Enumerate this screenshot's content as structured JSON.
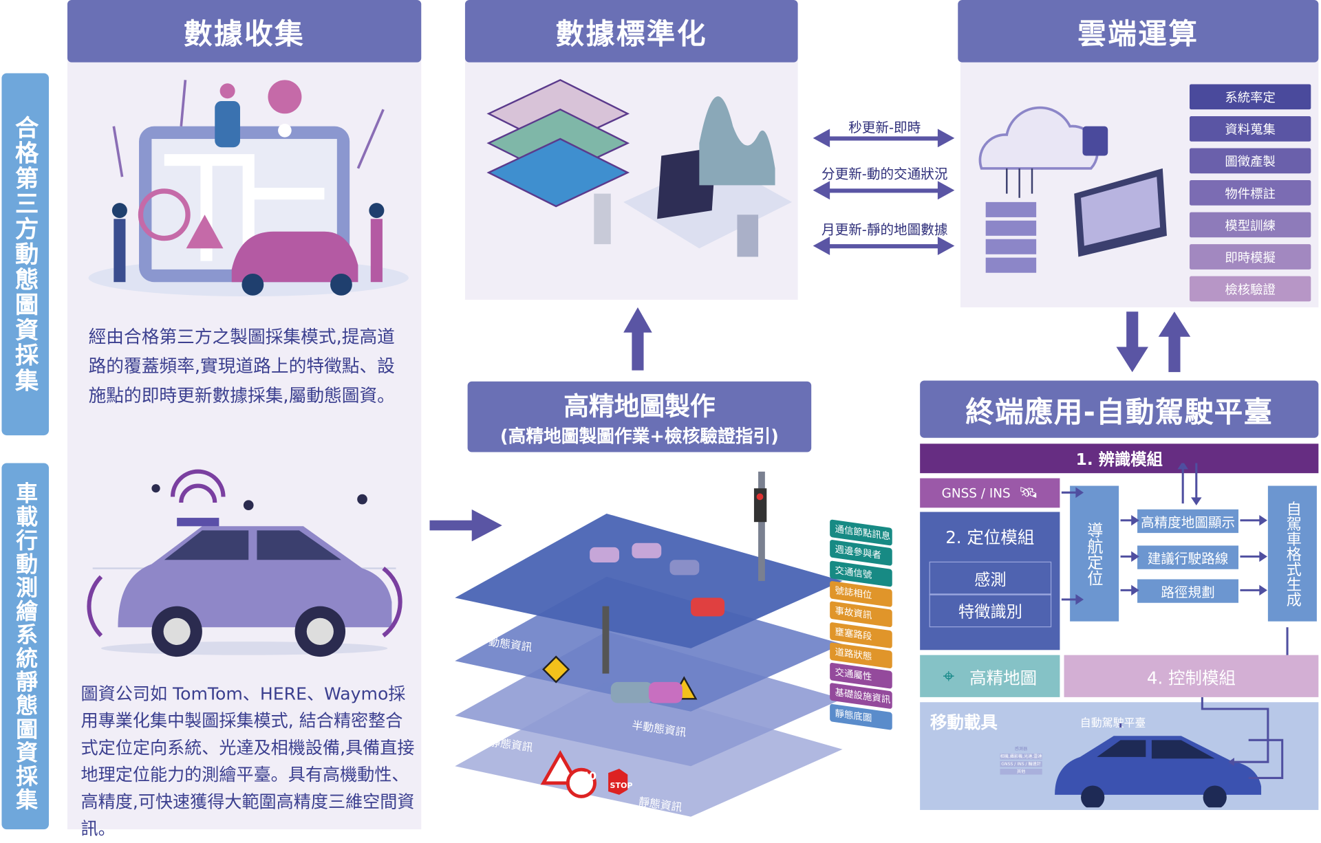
{
  "side_labels": {
    "dynamic": "合格第三方動態圖資採集",
    "static": "車載行動測繪系統靜態圖資採集"
  },
  "headers": {
    "collect": "數據收集",
    "standardize": "數據標準化",
    "cloud": "雲端運算",
    "terminal": "終端應用-自動駕駛平臺"
  },
  "collect": {
    "dynamic_text": "經由合格第三方之製圖採集模式,提高道路的覆蓋頻率,實現道路上的特徵點、設施點的即時更新數據採集,屬動態圖資。",
    "static_text": "圖資公司如 TomTom、HERE、Waymo採用專業化集中製圖採集模式, 結合精密整合式定位定向系統、光達及相機設備,具備直接地理定位能力的測繪平臺。具有高機動性、高精度,可快速獲得大範圍高精度三維空間資訊。"
  },
  "sync": [
    "秒更新-即時",
    "分更新-動的交通狀況",
    "月更新-靜的地圖數據"
  ],
  "cloud_steps": [
    "系統率定",
    "資料蒐集",
    "圖徵產製",
    "物件標註",
    "模型訓練",
    "即時模擬",
    "檢核驗證"
  ],
  "cloud_colors": [
    "#4a4a9c",
    "#5a55a4",
    "#6a60ab",
    "#7b6cb3",
    "#8e7bba",
    "#a288c0",
    "#b796c6"
  ],
  "hdmap": {
    "title": "高精地圖製作",
    "subtitle": "(高精地圖製圖作業+檢核驗證指引)"
  },
  "layers": {
    "labels": [
      "動態資訊",
      "半動態資訊",
      "半靜態資訊",
      "靜態資訊"
    ],
    "tags": [
      {
        "text": "通信節點訊息",
        "color": "#178a84"
      },
      {
        "text": "週邊參與者",
        "color": "#178a84"
      },
      {
        "text": "交通信號",
        "color": "#178a84"
      },
      {
        "text": "號誌相位",
        "color": "#e0952a"
      },
      {
        "text": "事故資訊",
        "color": "#e0952a"
      },
      {
        "text": "壅塞路段",
        "color": "#e0952a"
      },
      {
        "text": "道路狀態",
        "color": "#e0952a"
      },
      {
        "text": "交通屬性",
        "color": "#944a9c"
      },
      {
        "text": "基礎設施資訊",
        "color": "#944a9c"
      },
      {
        "text": "靜態底圖",
        "color": "#5a8ccb"
      }
    ],
    "signs": {
      "speed": "50",
      "stop": "STOP"
    }
  },
  "terminal": {
    "recognition": "1. 辨識模組",
    "gnss": "GNSS / INS",
    "positioning": "2. 定位模組",
    "sensing": "感測",
    "feature": "特徵識別",
    "navigation": "導航定位",
    "outputs": [
      "高精度地圖顯示",
      "建議行駛路線",
      "路徑規劃"
    ],
    "format": "自駕車格式生成",
    "hdmap": "高精地圖",
    "control": "4. 控制模組",
    "vehicle": "移動載具",
    "platform": "自動駕駛平臺",
    "sensor_title": "感測器",
    "sensors": [
      "相機,攝影機,光達,雷達",
      "GNSS / INS / 輪速計",
      "其他"
    ]
  }
}
